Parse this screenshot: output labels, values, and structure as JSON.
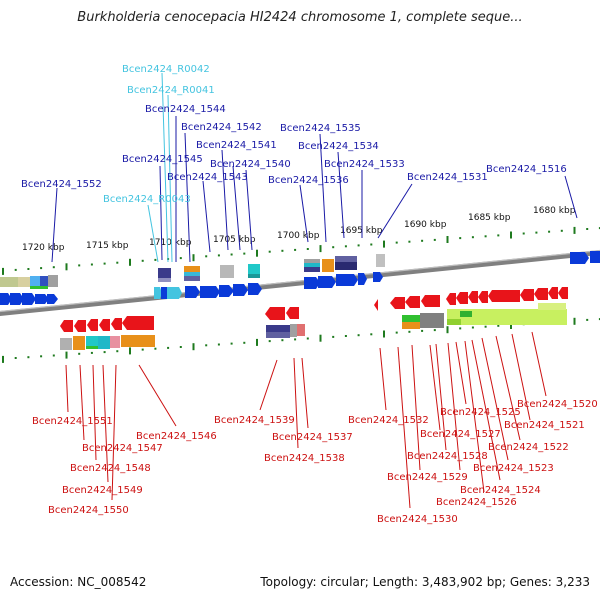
{
  "title": "Burkholderia cenocepacia HI2424 chromosome 1, complete seque...",
  "accession": "Accession: NC_008542",
  "topology": "Topology: circular; Length: 3,483,902 bp; Genes: 3,233",
  "colors": {
    "gene_label_forward": "#1a1aa6",
    "gene_label_rna": "#44c4e0",
    "gene_label_reverse": "#cc1111",
    "chromosome": "#808080",
    "tick": "#1e7a1e"
  },
  "scale_labels": [
    "1720 kbp",
    "1715 kbp",
    "1710 kbp",
    "1705 kbp",
    "1700 kbp",
    "1695 kbp",
    "1690 kbp",
    "1685 kbp",
    "1680 kbp"
  ],
  "top_labels": [
    {
      "text": "Bcen2424_R0042",
      "kind": "rna"
    },
    {
      "text": "Bcen2424_R0041",
      "kind": "rna"
    },
    {
      "text": "Bcen2424_1544",
      "kind": "forward"
    },
    {
      "text": "Bcen2424_1542",
      "kind": "forward"
    },
    {
      "text": "Bcen2424_1541",
      "kind": "forward"
    },
    {
      "text": "Bcen2424_1540",
      "kind": "forward"
    },
    {
      "text": "Bcen2424_1545",
      "kind": "forward"
    },
    {
      "text": "Bcen2424_1543",
      "kind": "forward"
    },
    {
      "text": "Bcen2424_R0043",
      "kind": "rna"
    },
    {
      "text": "Bcen2424_1552",
      "kind": "forward"
    },
    {
      "text": "Bcen2424_1535",
      "kind": "forward"
    },
    {
      "text": "Bcen2424_1534",
      "kind": "forward"
    },
    {
      "text": "Bcen2424_1533",
      "kind": "forward"
    },
    {
      "text": "Bcen2424_1536",
      "kind": "forward"
    },
    {
      "text": "Bcen2424_1531",
      "kind": "forward"
    },
    {
      "text": "Bcen2424_1516",
      "kind": "forward"
    }
  ],
  "bottom_labels": [
    "Bcen2424_1551",
    "Bcen2424_1547",
    "Bcen2424_1548",
    "Bcen2424_1549",
    "Bcen2424_1550",
    "Bcen2424_1546",
    "Bcen2424_1539",
    "Bcen2424_1537",
    "Bcen2424_1538",
    "Bcen2424_1532",
    "Bcen2424_1525",
    "Bcen2424_1527",
    "Bcen2424_1528",
    "Bcen2424_1529",
    "Bcen2424_1530",
    "Bcen2424_1526",
    "Bcen2424_1524",
    "Bcen2424_1523",
    "Bcen2424_1522",
    "Bcen2424_1521",
    "Bcen2424_1520"
  ]
}
